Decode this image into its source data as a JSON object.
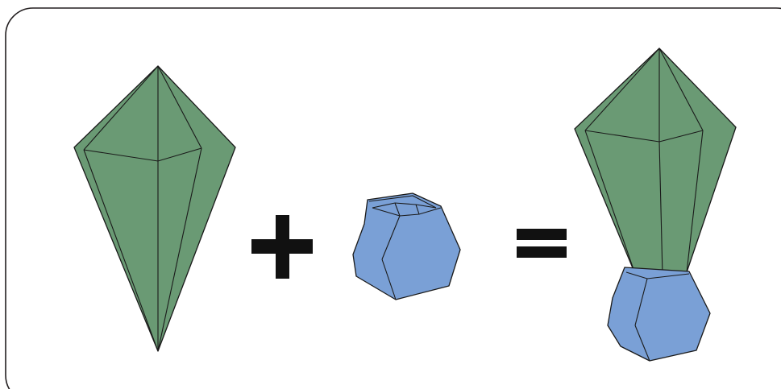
{
  "diagram": {
    "frame_color": "#231f20",
    "outline_color": "#1a1a1a",
    "green_fill": "#6a9a74",
    "blue_fill": "#7aa0d6",
    "operator_color": "#111111",
    "items": [
      {
        "name": "green-crystal",
        "shape": "green bipyramid crystal"
      },
      {
        "name": "plus-sign",
        "symbol": "+"
      },
      {
        "name": "blue-hex-prism",
        "shape": "blue hexagonal prism"
      },
      {
        "name": "equals-sign",
        "symbol": "="
      },
      {
        "name": "combined-crystal",
        "shape": "green crystal seated in blue hexagonal base"
      }
    ]
  }
}
